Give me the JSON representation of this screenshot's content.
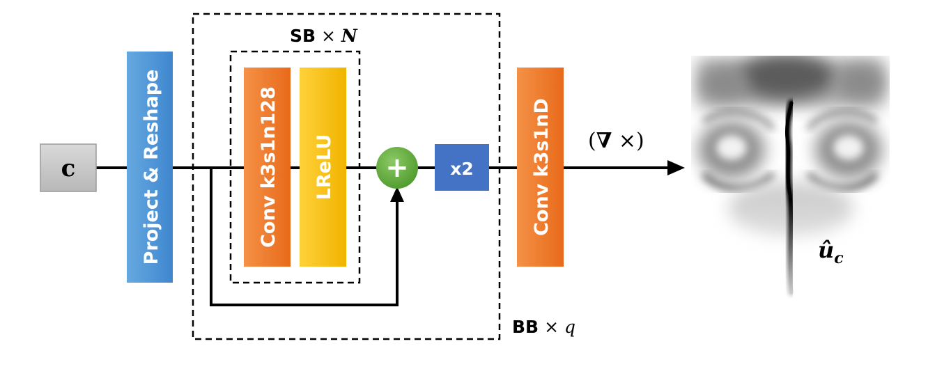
{
  "diagram": {
    "input_label": "c",
    "project_label": "Project & Reshape",
    "conv_label": "Conv k3s1n128",
    "lrelu_label": "LReLU",
    "sum_symbol": "+",
    "upsample_label": "x2",
    "conv_out_label": "Conv k3s1nD",
    "sb_label": {
      "name": "SB",
      "times": " × ",
      "var": "N"
    },
    "bb_label": {
      "name": "BB",
      "times": " × ",
      "var": "q"
    },
    "curl_label": {
      "open": "(",
      "nabla": "∇",
      "times": " ×)"
    },
    "output_label": {
      "hat": "û",
      "sub": "c"
    }
  },
  "colors": {
    "input_box": "#c8c8c8",
    "project_box": "#5b9bd5",
    "conv_box": "#ed7d31",
    "lrelu_box": "#ffc000",
    "sum_circle": "#70ad47",
    "upsample_box": "#4472c4"
  }
}
